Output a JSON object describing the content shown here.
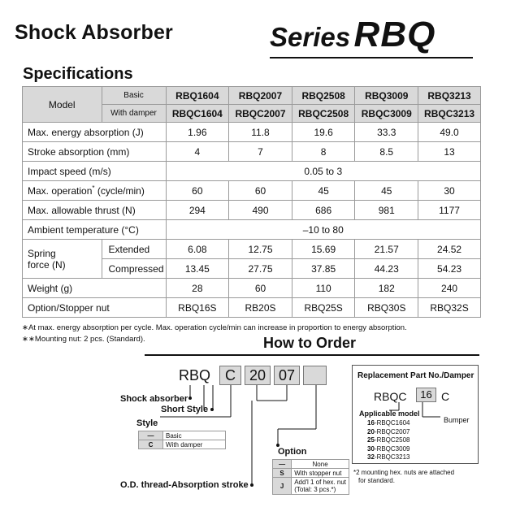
{
  "header": {
    "title": "Shock Absorber",
    "series_prefix": "Series",
    "series_name": "RBQ"
  },
  "specs": {
    "heading": "Specifications",
    "model_label": "Model",
    "basic_label": "Basic",
    "damper_label": "With damper",
    "basic_models": [
      "RBQ1604",
      "RBQ2007",
      "RBQ2508",
      "RBQ3009",
      "RBQ3213"
    ],
    "damper_models": [
      "RBQC1604",
      "RBQC2007",
      "RBQC2508",
      "RBQC3009",
      "RBQC3213"
    ],
    "energy": {
      "label": "Max. energy absorption (J)",
      "values": [
        "1.96",
        "11.8",
        "19.6",
        "33.3",
        "49.0"
      ]
    },
    "stroke": {
      "label": "Stroke absorption (mm)",
      "values": [
        "4",
        "7",
        "8",
        "8.5",
        "13"
      ]
    },
    "impact": {
      "label": "Impact speed (m/s)",
      "value": "0.05 to 3"
    },
    "operation": {
      "label": "Max. operation",
      "mark": "*",
      "unit": " (cycle/min)",
      "values": [
        "60",
        "60",
        "45",
        "45",
        "30"
      ]
    },
    "thrust": {
      "label": "Max. allowable thrust (N)",
      "values": [
        "294",
        "490",
        "686",
        "981",
        "1177"
      ]
    },
    "ambient": {
      "label": "Ambient temperature (°C)",
      "value": "–10 to 80"
    },
    "spring": {
      "label_line1": "Spring",
      "label_line2": "force (N)",
      "extended_label": "Extended",
      "extended": [
        "6.08",
        "12.75",
        "15.69",
        "21.57",
        "24.52"
      ],
      "compressed_label": "Compressed",
      "compressed": [
        "13.45",
        "27.75",
        "37.85",
        "44.23",
        "54.23"
      ]
    },
    "weight": {
      "label": "Weight (g)",
      "values": [
        "28",
        "60",
        "110",
        "182",
        "240"
      ]
    },
    "stopper": {
      "label": "Option/Stopper nut",
      "values": [
        "RBQ16S",
        "RB20S",
        "RBQ25S",
        "RBQ30S",
        "RBQ32S"
      ]
    }
  },
  "notes": {
    "note1": "∗At max. energy absorption per cycle. Max. operation cycle/min can increase in proportion to energy absorption.",
    "note2": "∗∗Mounting nut: 2 pcs. (Standard)."
  },
  "order": {
    "heading": "How to Order",
    "code_prefix": "RBQ",
    "code_style": "C",
    "code_size": "20",
    "code_stroke": "07",
    "label_shock": "Shock absorber",
    "label_short": "Short Style",
    "label_style": "Style",
    "style_options": [
      {
        "key": "—",
        "desc": "Basic"
      },
      {
        "key": "C",
        "desc": "With damper"
      }
    ],
    "label_option": "Option",
    "option_rows": [
      {
        "key": "—",
        "desc": "None"
      },
      {
        "key": "S",
        "desc": "With stopper nut"
      },
      {
        "key": "J",
        "desc_line1": "Add'l 1 of hex. nut",
        "desc_line2": "(Total: 3 pcs.*)"
      }
    ],
    "label_od": "O.D. thread-Absorption stroke",
    "mount_note_line1": "*2 mounting hex. nuts are attached",
    "mount_note_line2": "for standard."
  },
  "replacement": {
    "title": "Replacement Part No./Damper",
    "code_prefix": "RBQC",
    "code_size": "16",
    "code_suffix": "C",
    "bumper_label": "Bumper",
    "applicable_label": "Applicable model",
    "models": [
      {
        "size": "16",
        "part": "-RBQC1604"
      },
      {
        "size": "20",
        "part": "-RBQC2007"
      },
      {
        "size": "25",
        "part": "-RBQC2508"
      },
      {
        "size": "30",
        "part": "-RBQC3009"
      },
      {
        "size": "32",
        "part": "-RBQC3213"
      }
    ]
  }
}
